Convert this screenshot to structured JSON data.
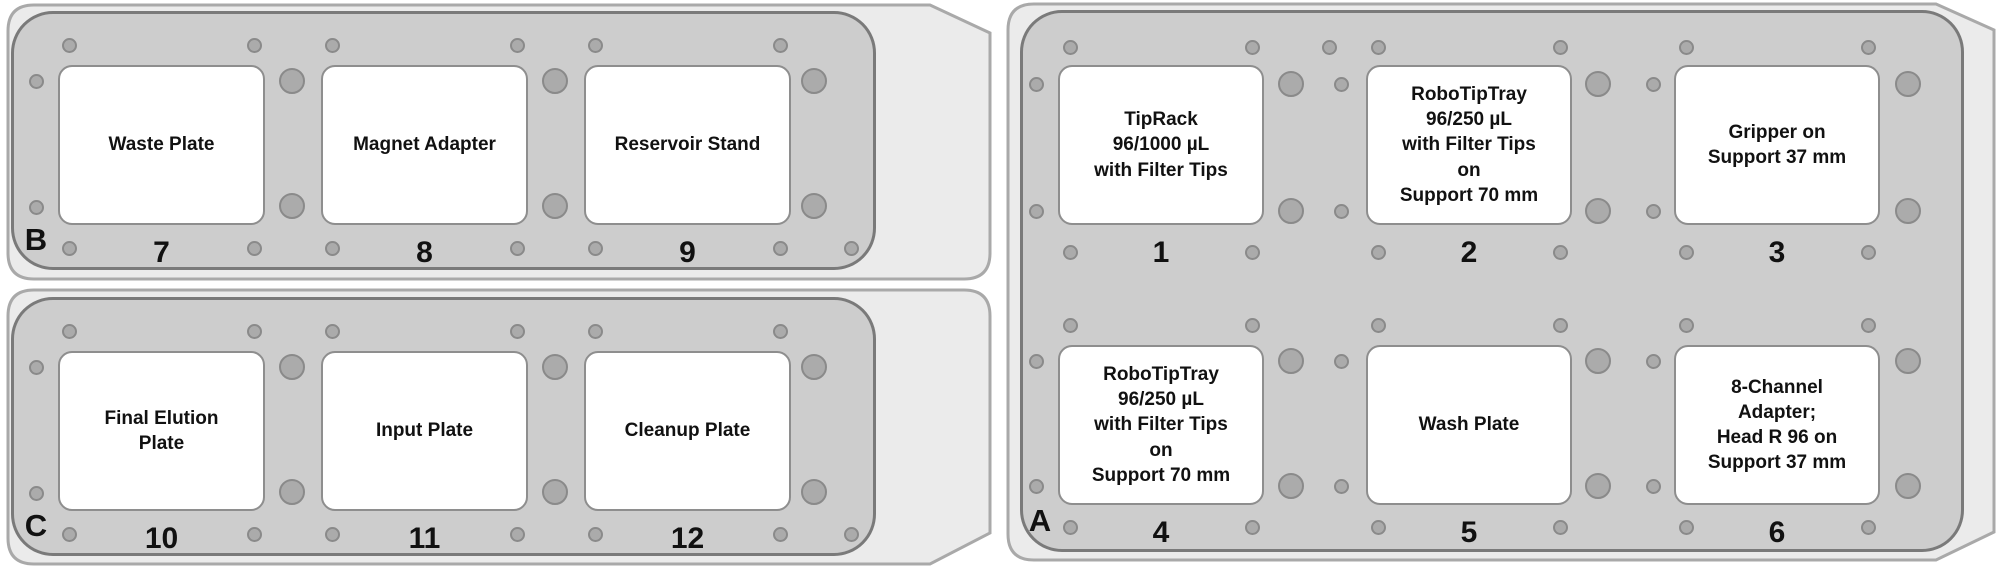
{
  "diagram": {
    "type": "robot-deck-layout",
    "background": "#ffffff"
  },
  "colors": {
    "panel_fill": "#ebebeb",
    "panel_border": "#a9a9a9",
    "deck_fill": "#cdcdcd",
    "deck_border": "#7a7a7a",
    "plate_fill": "#ffffff",
    "plate_border": "#8e8e8e",
    "hole_fill": "#ababab",
    "hole_border": "#8a8a8a",
    "text": "#111111"
  },
  "panels": [
    {
      "letter": "B",
      "slots": [
        {
          "number": "7",
          "label": "Waste Plate"
        },
        {
          "number": "8",
          "label": "Magnet Adapter"
        },
        {
          "number": "9",
          "label": "Reservoir Stand"
        }
      ]
    },
    {
      "letter": "C",
      "slots": [
        {
          "number": "10",
          "label": "Final Elution\nPlate"
        },
        {
          "number": "11",
          "label": "Input Plate"
        },
        {
          "number": "12",
          "label": "Cleanup Plate"
        }
      ]
    },
    {
      "letter": "A",
      "slots": [
        {
          "number": "1",
          "label": "TipRack\n96/1000 µL\nwith Filter Tips"
        },
        {
          "number": "2",
          "label": "RoboTipTray\n96/250 µL\nwith Filter Tips\non\nSupport 70 mm"
        },
        {
          "number": "3",
          "label": "Gripper on\nSupport 37 mm"
        },
        {
          "number": "4",
          "label": "RoboTipTray\n96/250 µL\nwith Filter Tips\non\nSupport 70 mm"
        },
        {
          "number": "5",
          "label": "Wash Plate"
        },
        {
          "number": "6",
          "label": "8-Channel\nAdapter;\nHead R 96 on\nSupport 37 mm"
        }
      ]
    }
  ]
}
